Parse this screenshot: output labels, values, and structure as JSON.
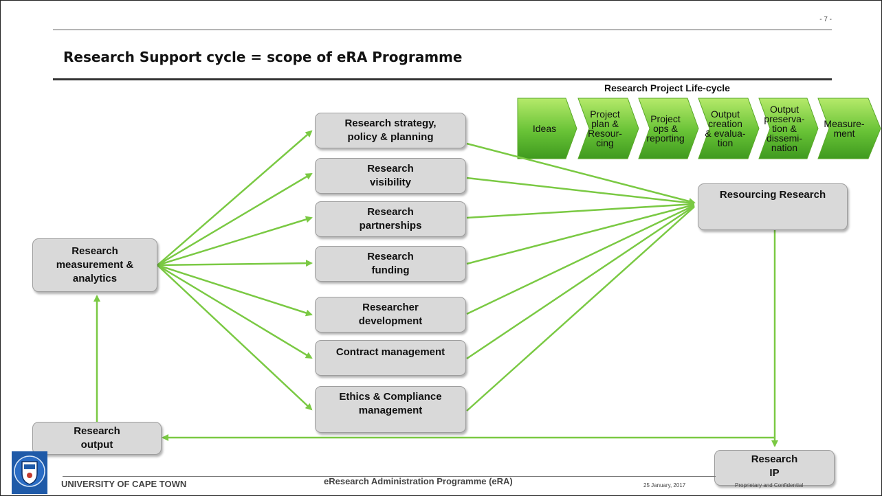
{
  "header": {
    "page_number": "- 7 -",
    "title": "Research Support cycle = scope of eRA Programme"
  },
  "lifecycle": {
    "title": "Research Project Life-cycle",
    "stages": [
      {
        "line1": "Ideas",
        "line2": "",
        "line3": "",
        "line4": ""
      },
      {
        "line1": "Project",
        "line2": "plan &",
        "line3": "Resour-",
        "line4": "cing"
      },
      {
        "line1": "Project",
        "line2": "ops &",
        "line3": "reporting",
        "line4": ""
      },
      {
        "line1": "Output",
        "line2": "creation",
        "line3": "& evalua-",
        "line4": "tion"
      },
      {
        "line1": "Output",
        "line2": "preserva-",
        "line3": "tion &",
        "line4": "dissemi-",
        "line5": "nation"
      },
      {
        "line1": "Measure-",
        "line2": "ment",
        "line3": "",
        "line4": ""
      }
    ]
  },
  "boxes": {
    "measurement": {
      "line1": "Research",
      "line2": "measurement &",
      "line3": "analytics"
    },
    "strategy": {
      "line1": "Research strategy,",
      "line2": "policy & planning"
    },
    "visibility": {
      "line1": "Research",
      "line2": "visibility"
    },
    "partnerships": {
      "line1": "Research",
      "line2": "partnerships"
    },
    "funding": {
      "line1": "Research",
      "line2": "funding"
    },
    "development": {
      "line1": "Researcher",
      "line2": "development"
    },
    "contract": {
      "line1": "Contract management"
    },
    "ethics": {
      "line1": "Ethics & Compliance",
      "line2": "management"
    },
    "resourcing": {
      "line1": "Resourcing Research"
    },
    "output": {
      "line1": "Research",
      "line2": "output"
    },
    "ip": {
      "line1": "Research",
      "line2": "IP"
    }
  },
  "footer": {
    "university": "UNIVERSITY OF CAPE TOWN",
    "programme": "eResearch Administration Programme (eRA)",
    "date": "25 January, 2017",
    "confidential": "Proprietary and Confidential"
  },
  "colors": {
    "arrow_green": "#7ac943",
    "chevron_light": "#a5e05a",
    "chevron_dark": "#3f9a1f",
    "box_fill": "#d9d9d9"
  }
}
